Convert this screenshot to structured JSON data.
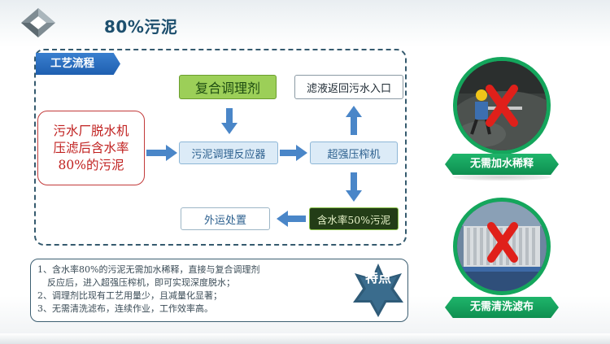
{
  "slide": {
    "title": "80%污泥"
  },
  "process": {
    "tag": "工艺流程",
    "input_lines": [
      "污水厂脱水机",
      "压滤后含水率",
      "80%的污泥"
    ],
    "reagent": "复合调理剂",
    "filtrate": "滤液返回污水入口",
    "reactor": "污泥调理反应器",
    "press": "超强压榨机",
    "output_sludge": "含水率50%污泥",
    "disposal": "外运处置"
  },
  "features": {
    "badge": "特点",
    "lines": [
      "1、含水率80%的污泥无需加水稀释，直接与复合调理剂",
      "反应后，进入超强压榨机，即可实现深度脱水；",
      "2、调理剂比现有工艺用量少，且减量化显著；",
      "3、无需清洗滤布，连续作业，工作效率高。"
    ]
  },
  "benefits": [
    {
      "label": "无需加水稀释",
      "mark": "X"
    },
    {
      "label": "无需清洗滤布",
      "mark": "X"
    }
  ],
  "colors": {
    "title": "#1d4f6e",
    "tag": "#2a6fc4",
    "reagent_fill": "#9ccf58",
    "arrow": "#4a86c8",
    "input_text": "#c0201f",
    "ribbon": "#14a65c",
    "x_mark": "#e0201a"
  },
  "icons": {
    "logo": "cube-logo-icon",
    "arrow": "arrow-icon",
    "badge": "star-badge-icon",
    "cross": "x-mark-icon"
  }
}
